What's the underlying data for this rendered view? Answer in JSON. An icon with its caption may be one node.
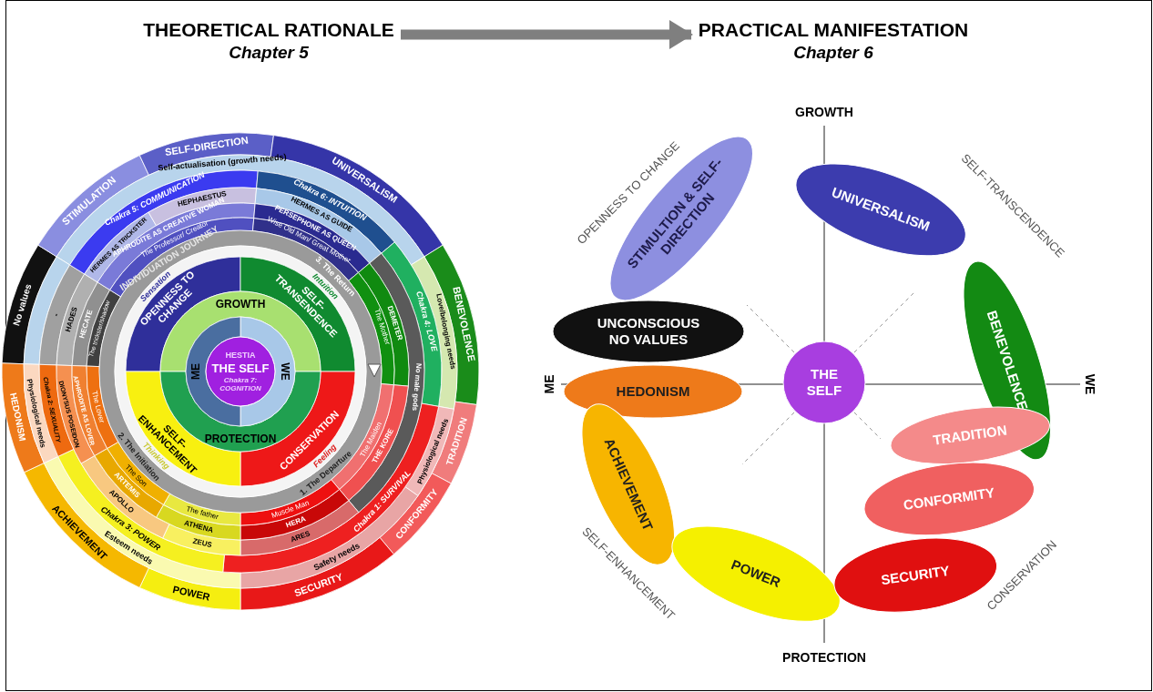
{
  "diagram": {
    "nodes": [
      {
        "text": [
          "THEORETICAL RATIONALE",
          "Chapter 5"
        ]
      },
      {
        "text": [
          "PRACTICAL MANIFESTATION",
          "Chapter 6"
        ]
      },
      {
        "text": [
          "STIMULTION & SELF-DIRECTION"
        ]
      },
      {
        "text": [
          "UNIVERSALISM"
        ]
      },
      {
        "text": [
          "UNCONSCIOUS NO VALUES"
        ]
      },
      {
        "text": [
          "BENEVOLENCE"
        ]
      },
      {
        "text": [
          "HEDONISM"
        ]
      },
      {
        "text": [
          "THE SELF"
        ]
      },
      {
        "text": [
          "TRADITION"
        ]
      },
      {
        "text": [
          "ACHIEVEMENT"
        ]
      },
      {
        "text": [
          "CONFORMITY"
        ]
      },
      {
        "text": [
          "POWER"
        ]
      },
      {
        "text": [
          "SECURITY"
        ]
      }
    ],
    "edges": [
      {
        "from": 0,
        "to": 1,
        "arrow": "to"
      }
    ],
    "labels": [
      "GROWTH",
      "SELF-DIRECTION",
      "Self-actualisation (growth needs)",
      "UNIVERSALISM",
      "STIMULATION",
      "Chakra 5: COMMUNICATION",
      "HEPHAESTUS",
      "Chakra 6: INTUITION",
      "OPENNESS TO CHANGE",
      "SELF-TRANSCENDENCE",
      "HERMES AS TRICKSTER",
      "APHRODITE AS CREATIVE WOMAN",
      "The Professor/ Creator",
      "Wise Old Man/ Great Mother",
      "PERSEPHONE AS QUEEN",
      "HERMES AS GUIDE",
      "Sensation",
      "INDIVIDUATION JOURNEY",
      "Intuition",
      "3. The Return",
      "No values",
      "OPENNESS TO CHANGE",
      "GROWTH",
      "SELF-TRANSENDENCE",
      "-",
      "HADES",
      "HECATE",
      "The trickster/shadow",
      "The Mother",
      "DEMETER",
      "Chakra 4: LOVE",
      "Love/belonging needs",
      "BENEVOLENCE",
      "HESTIA",
      "ME",
      "THE SELF",
      "Chakra 7: COGNITION",
      "WE",
      "No male gods",
      "ME",
      "WE",
      "HEDONISM",
      "Physiological needs",
      "Chakra 2: SEXUALITY",
      "DIONYSUS POSEIDON",
      "APHRODITE AS LOVER",
      "The Lover",
      "2. The Initiation",
      "Thinking",
      "SELF-ENHANCEMENT",
      "PROTECTION",
      "CONSERVATION",
      "Feeling",
      "The Maiden",
      "THE KORE",
      "Physiological needs",
      "TRADITION",
      "ARTEMIS",
      "The Son",
      "1. The Departure",
      "APOLLO",
      "Chakra 1: SURVIVAL",
      "ACHIEVEMENT",
      "Chakra 3: POWER",
      "ATHENA",
      "The father",
      "Muscle Man",
      "HERA",
      "CONFORMITY",
      "Esteem needs",
      "ZEUS",
      "ARES",
      "Safety needs",
      "POWER",
      "SECURITY",
      "SELF-ENHANCEMENT",
      "CONSERVATION",
      "PROTECTION"
    ]
  }
}
